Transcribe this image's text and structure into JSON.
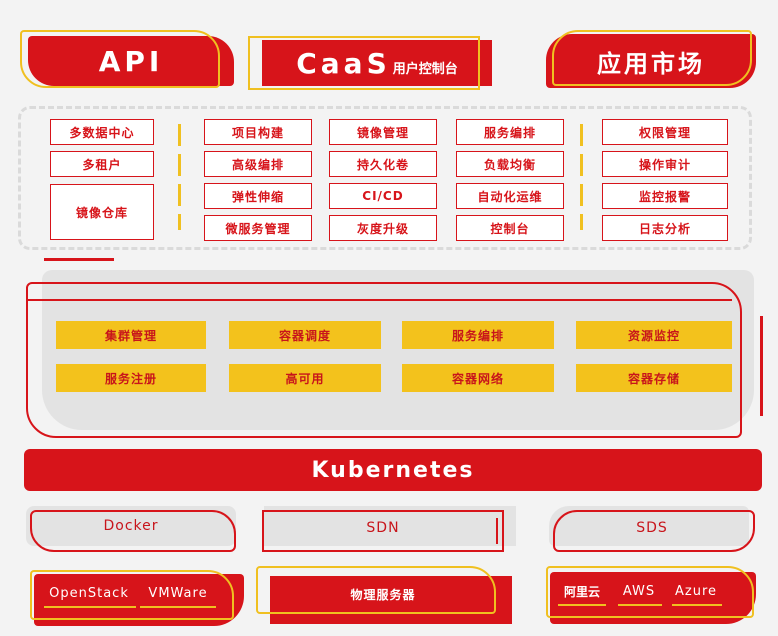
{
  "top": {
    "api": "API",
    "caas": "CaaS",
    "caas_sub": "用户控制台",
    "market": "应用市场"
  },
  "console": {
    "col1": [
      "多数据中心",
      "多租户",
      "镜像仓库"
    ],
    "col2": [
      "项目构建",
      "高级编排",
      "弹性伸缩",
      "微服务管理"
    ],
    "col3": [
      "镜像管理",
      "持久化卷",
      "CI/CD",
      "灰度升级"
    ],
    "col4": [
      "服务编排",
      "负载均衡",
      "自动化运维",
      "控制台"
    ],
    "col5": [
      "权限管理",
      "操作审计",
      "监控报警",
      "日志分析"
    ]
  },
  "core": {
    "row1": [
      "集群管理",
      "容器调度",
      "服务编排",
      "资源监控"
    ],
    "row2": [
      "服务注册",
      "高可用",
      "容器网络",
      "容器存储"
    ]
  },
  "kubernetes": "Kubernetes",
  "runtime": {
    "docker": "Docker",
    "sdn": "SDN",
    "sds": "SDS"
  },
  "infra": {
    "openstack": "OpenStack",
    "vmware": "VMWare",
    "physical": "物理服务器",
    "aliyun": "阿里云",
    "aws": "AWS",
    "azure": "Azure"
  },
  "colors": {
    "red": "#d7141a",
    "yellow": "#f3c21c",
    "gray": "#e3e3e3"
  }
}
